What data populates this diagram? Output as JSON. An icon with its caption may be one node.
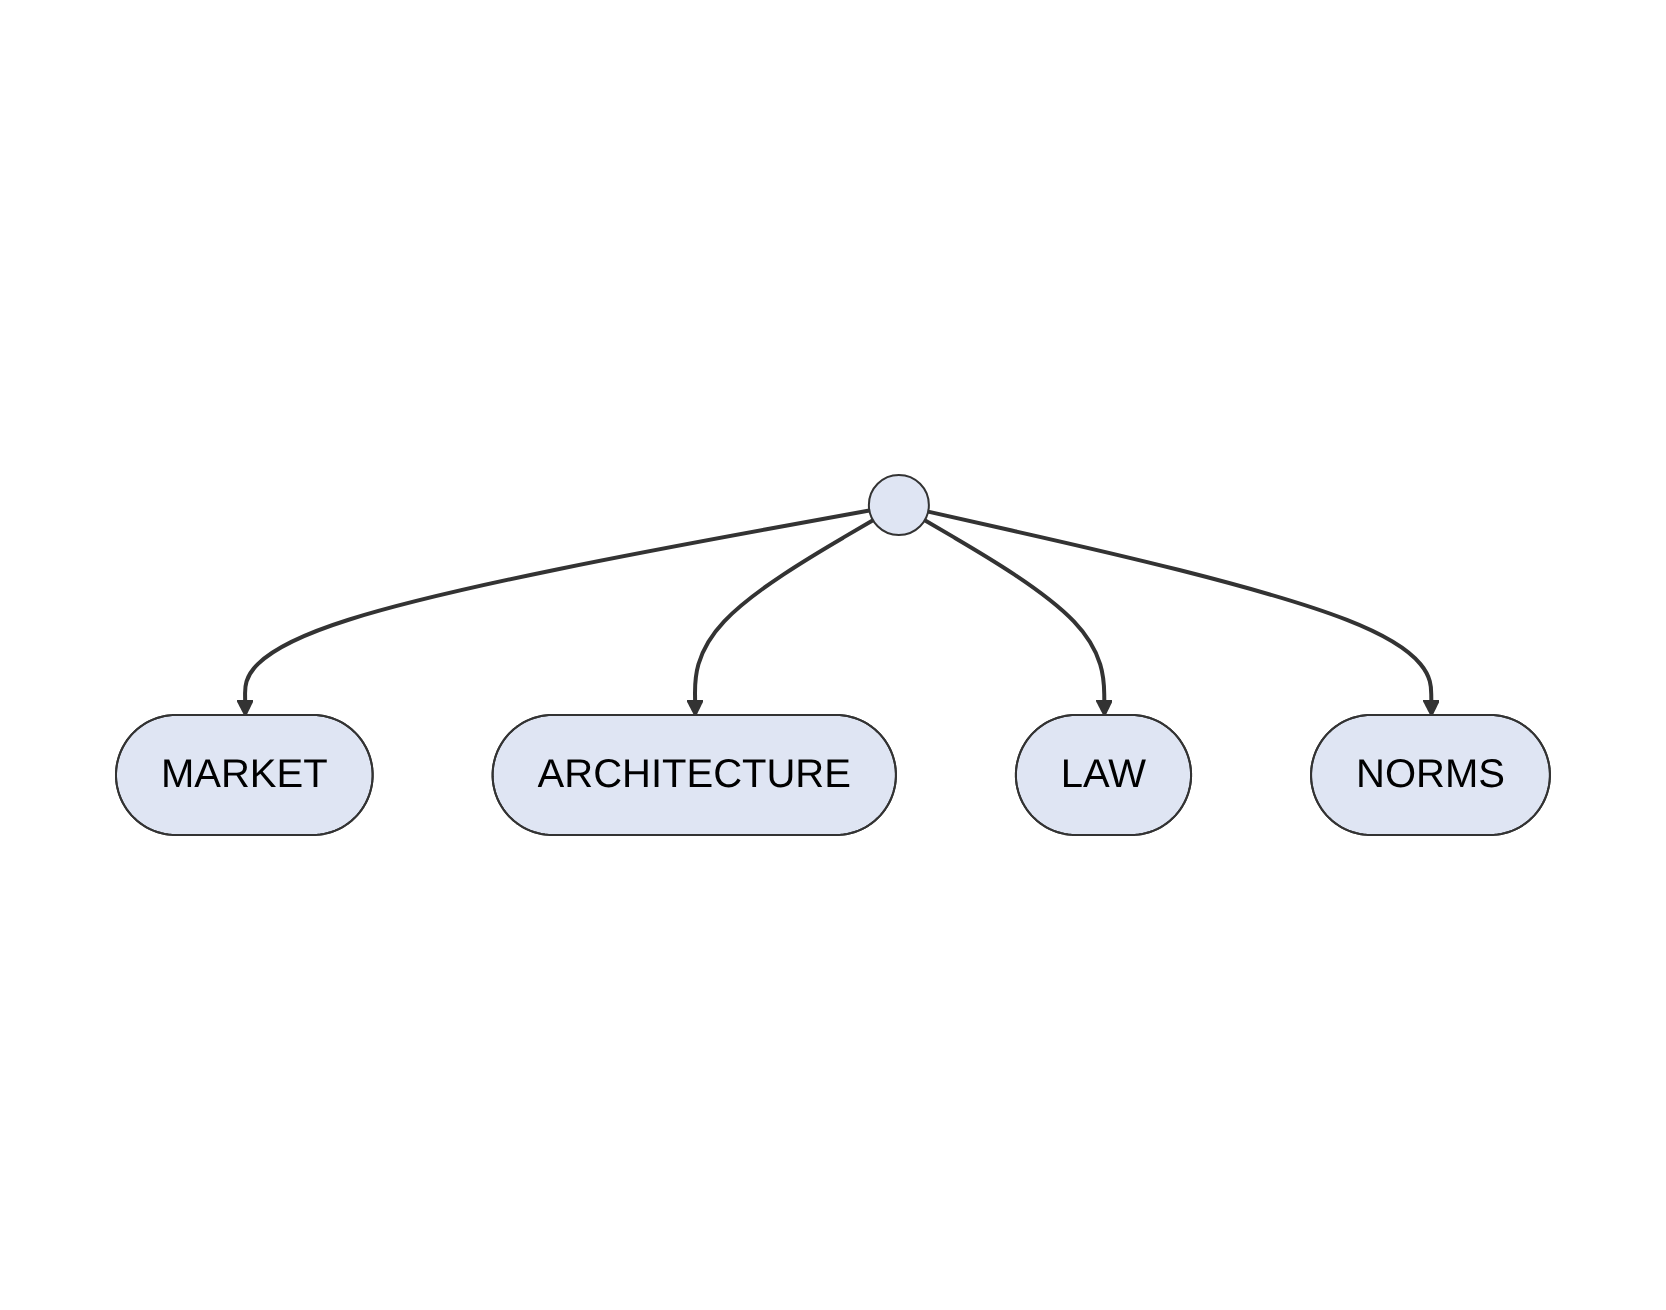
{
  "diagram": {
    "nodes": [
      {
        "text": [
          "MARKET"
        ]
      },
      {
        "text": [
          "ARCHITECTURE"
        ]
      },
      {
        "text": [],
        "shape": "circle"
      },
      {
        "text": [
          "LAW"
        ]
      },
      {
        "text": [
          "NORMS"
        ]
      }
    ],
    "edges": [
      {
        "from": 2,
        "to": 0,
        "arrow": "to"
      },
      {
        "from": 2,
        "to": 1,
        "arrow": "to"
      },
      {
        "from": 2,
        "to": 3,
        "arrow": "to"
      },
      {
        "from": 2,
        "to": 4,
        "arrow": "to"
      }
    ]
  }
}
